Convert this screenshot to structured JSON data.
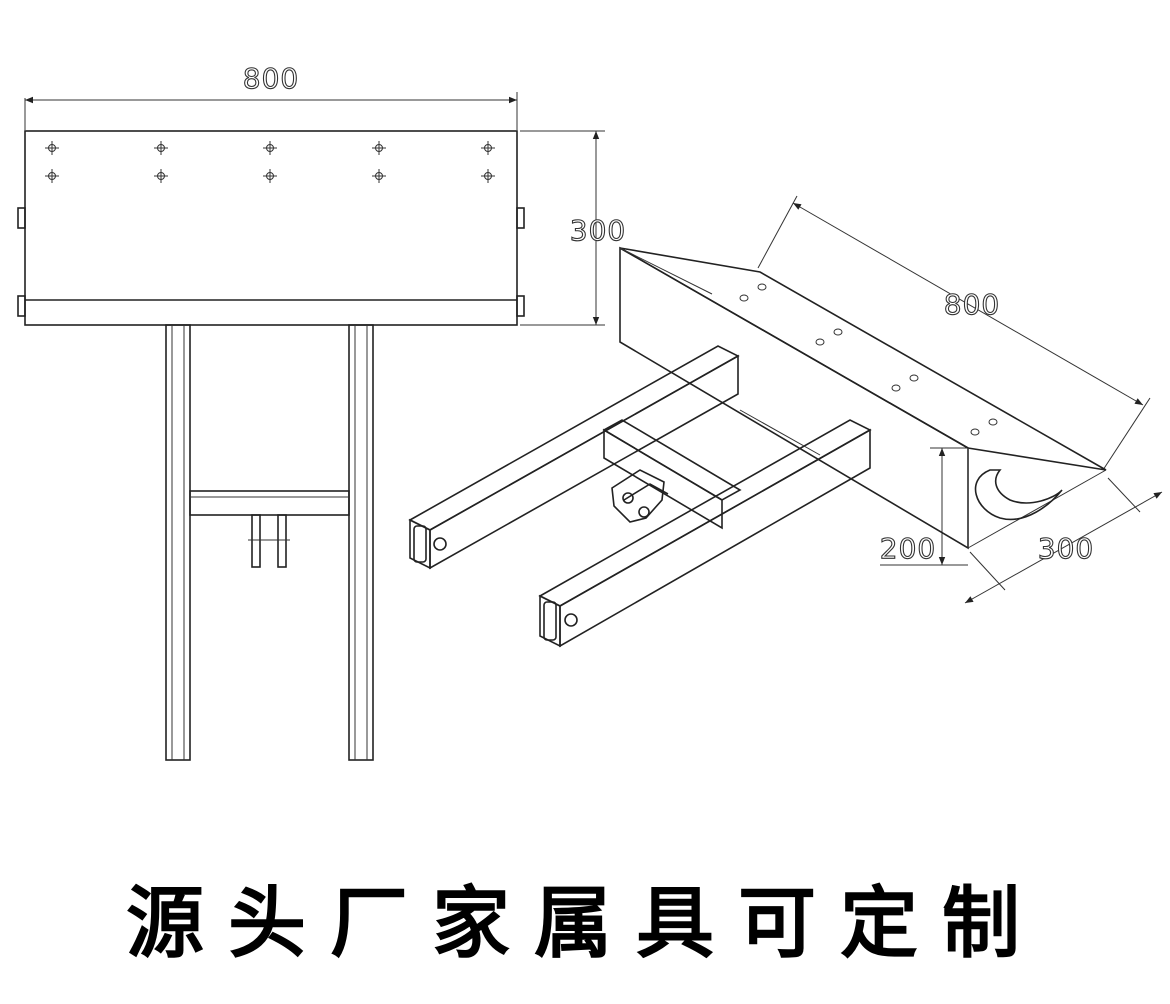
{
  "front_view": {
    "width_dim": "800",
    "height_dim": "300"
  },
  "iso_view": {
    "length_dim": "800",
    "height_dim": "200",
    "depth_dim": "300"
  },
  "banner": {
    "text": "源头厂家属具可定制"
  }
}
